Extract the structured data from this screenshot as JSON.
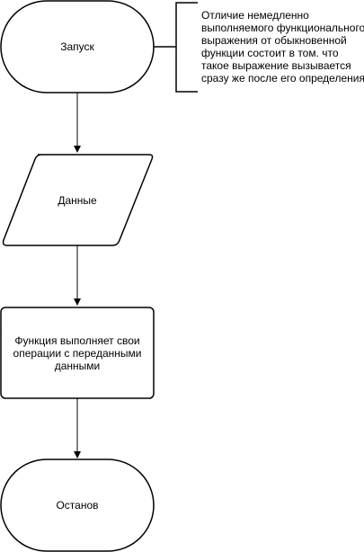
{
  "diagram": {
    "start_label": "Запуск",
    "data_label": "Данные",
    "process_label": "Функция выполняет свои операции с переданными данными",
    "end_label": "Останов",
    "comment_text": "Отличие немедленно выполняемого функционального выражения от обыкновенной функции состоит в том. что такое выражение вызывается сразу же после его определения"
  }
}
